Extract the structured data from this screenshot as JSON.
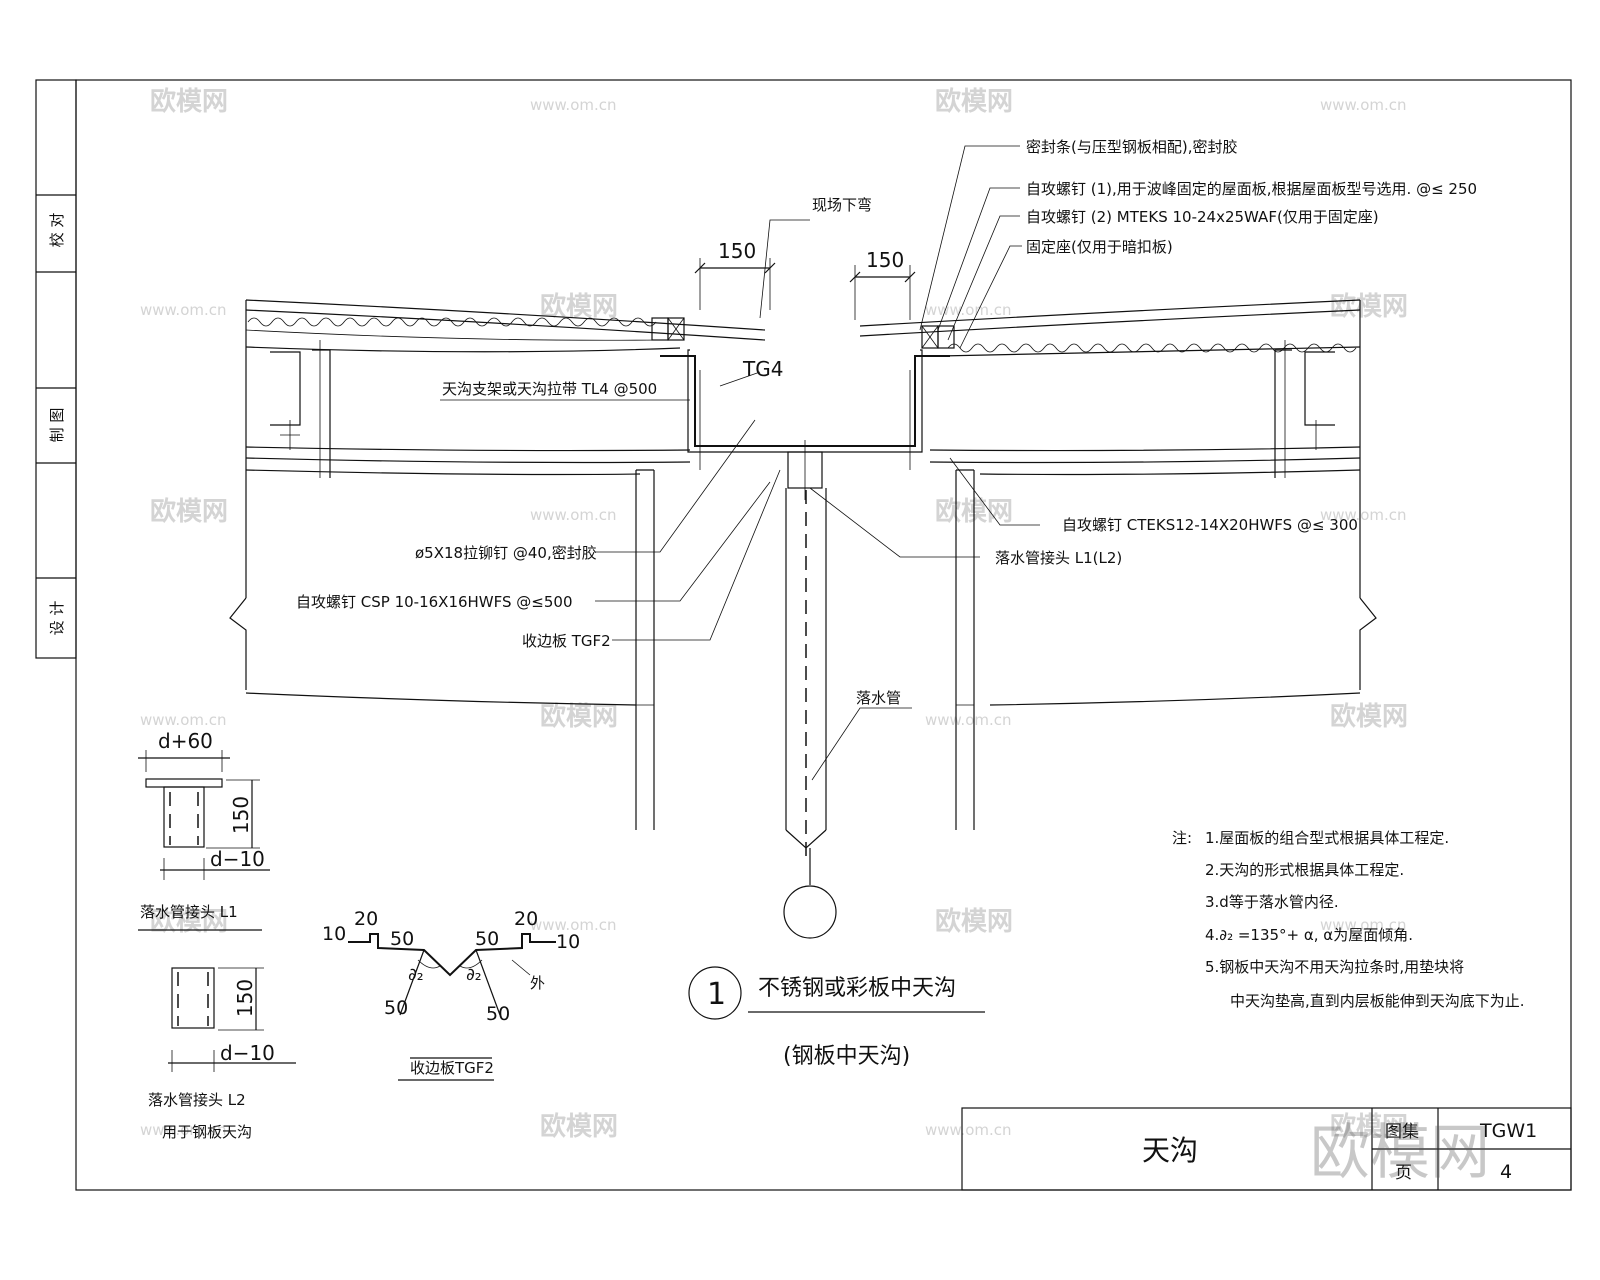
{
  "side_panel": {
    "check": "校 对",
    "draw": "制 图",
    "design": "设 计"
  },
  "labels": {
    "seal_strip": "密封条(与压型钢板相配),密封胶",
    "screw1": "自攻螺钉 (1),用于波峰固定的屋面板,根据屋面板型号选用. @≤ 250",
    "screw2": "自攻螺钉 (2) MTEKS 10-24x25WAF(仅用于固定座)",
    "fixing_seat": "固定座(仅用于暗扣板)",
    "site_bend": "现场下弯",
    "dim_150_left": "150",
    "dim_150_right": "150",
    "tg4": "TG4",
    "support": "天沟支架或天沟拉带 TL4 @500",
    "screw_ct": "自攻螺钉 CTEKS12-14X20HWFS @≤ 300",
    "rivet": "ø5X18拉铆钉 @40,密封胶",
    "downpipe_joint": "落水管接头 L1(L2)",
    "screw_csp": "自攻螺钉 CSP 10-16X16HWFS    @≤500",
    "trim_tgf2": "收边板 TGF2",
    "downpipe": "落水管"
  },
  "detail_l1": {
    "dim_top": "d+60",
    "dim_side": "150",
    "dim_bottom": "d−10",
    "caption": "落水管接头 L1"
  },
  "detail_l2": {
    "dim_side": "150",
    "dim_bottom": "d−10",
    "caption": "落水管接头 L2",
    "caption2": "用于钢板天沟"
  },
  "detail_tgf2": {
    "d10_left": "10",
    "d20_left": "20",
    "d50_left_top": "50",
    "d50_right_top": "50",
    "d20_right": "20",
    "d10_right": "10",
    "a2_left": "∂₂",
    "a2_right": "∂₂",
    "outside": "外",
    "d50_left_bottom": "50",
    "d50_right_bottom": "50",
    "caption": "收边板TGF2"
  },
  "title_block": {
    "number": "1",
    "title": "不锈钢或彩板中天沟",
    "subtitle": "(钢板中天沟)"
  },
  "notes": {
    "head": "注:",
    "items": [
      "1.屋面板的组合型式根据具体工程定.",
      "2.天沟的形式根据具体工程定.",
      "3.d等于落水管内径.",
      "4.∂₂ =135°+  α,  α为屋面倾角.",
      "5.钢板中天沟不用天沟拉条时,用垫块将",
      "中天沟垫高,直到内层板能伸到天沟底下为止."
    ]
  },
  "sheet_block": {
    "name": "天沟",
    "code_label": "图集",
    "code": "TGW1",
    "page_label": "页",
    "page": "4"
  },
  "watermarks": {
    "brand": "欧模网",
    "url": "www.om.cn",
    "big": "欧模网"
  }
}
